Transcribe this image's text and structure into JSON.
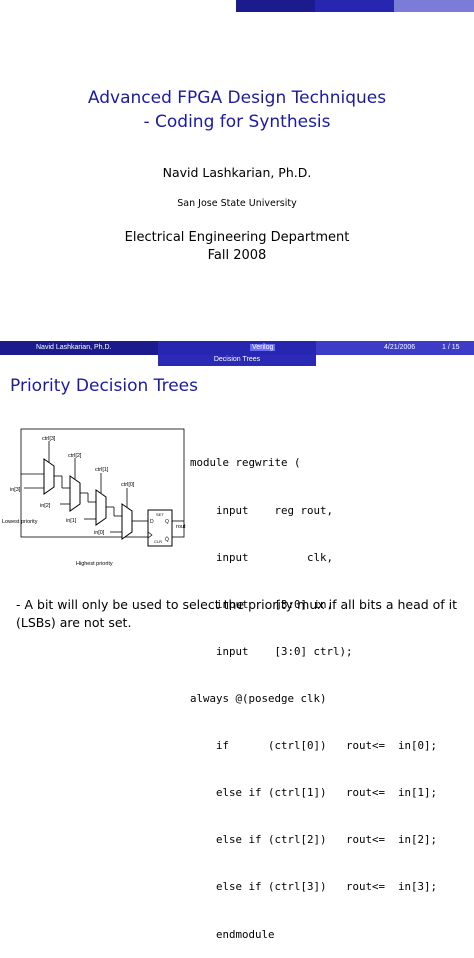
{
  "title_slide": {
    "title_line1": "Advanced FPGA Design Techniques",
    "title_line2": "- Coding for Synthesis",
    "author": "Navid Lashkarian, Ph.D.",
    "institution": "San Jose State University",
    "department": "Electrical Engineering Department",
    "term": "Fall 2008"
  },
  "footer": {
    "author": "Navid Lashkarian, Ph.D.",
    "section": "Verilog",
    "subsection": "Decision Trees",
    "date": "4/21/2006",
    "page": "1 / 15"
  },
  "slide": {
    "title": "Priority Decision Trees",
    "code_lines": [
      "module regwrite (",
      "    input    reg rout,",
      "    input         clk,",
      "    input    [3:0] in,",
      "    input    [3:0] ctrl);",
      "always @(posedge clk)",
      "    if      (ctrl[0])   rout<=  in[0];",
      "    else if (ctrl[1])   rout<=  in[1];",
      "    else if (ctrl[2])   rout<=  in[2];",
      "    else if (ctrl[3])   rout<=  in[3];",
      "    endmodule"
    ],
    "bullet": "- A bit will only be used to select the priority mux if all bits a head of it (LSBs) are not set.",
    "diagram_labels": {
      "ctrl3": "ctrl[3]",
      "ctrl2": "ctrl[2]",
      "ctrl1": "ctrl[1]",
      "ctrl0": "ctrl[0]",
      "in3": "in[3]",
      "in2": "in[2]",
      "in1": "in[1]",
      "in0": "in[0]",
      "lowest": "Lowest priority",
      "highest": "Highest priority",
      "ff_set": "SET",
      "ff_d": "D",
      "ff_q": "Q",
      "ff_clr": "CLR",
      "ff_qbar": "Q̄",
      "rout": "rout"
    }
  },
  "colors": {
    "title_blue": "#1a1aa6",
    "footer_dark": "#1b1b8e",
    "footer_mid": "#2626b0",
    "footer_light": "#3c3cc8"
  }
}
